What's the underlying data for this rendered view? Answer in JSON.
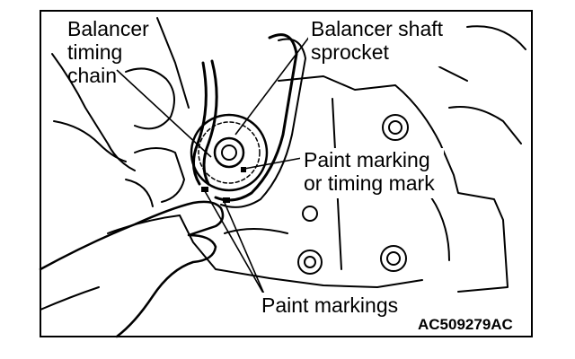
{
  "labels": {
    "balancer_timing_chain": [
      "Balancer",
      "timing",
      "chain"
    ],
    "balancer_shaft_sprocket": [
      "Balancer shaft",
      "sprocket"
    ],
    "paint_marking_or_timing_mark": [
      "Paint marking",
      "or timing mark"
    ],
    "paint_markings": "Paint markings"
  },
  "figure_code": "AC509279AC",
  "colors": {
    "line": "#000000",
    "background": "#ffffff"
  }
}
